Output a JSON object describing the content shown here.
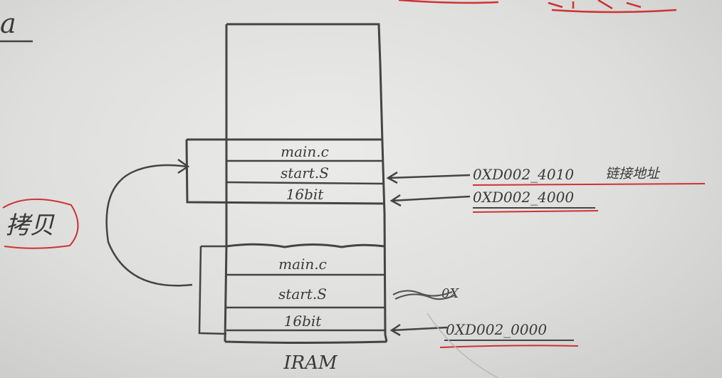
{
  "memory_block_label": "IRAM",
  "upper_copy": {
    "segments": [
      "main.c",
      "start.S",
      "16bit"
    ],
    "addresses": [
      "0XD002_4010",
      "0XD002_4000"
    ],
    "annotation": "链接地址"
  },
  "lower_original": {
    "segments": [
      "main.c",
      "start.S",
      "16bit"
    ],
    "addresses": [
      "0XD002_0000"
    ],
    "crossed_out": "0X"
  },
  "copy_label": "拷贝",
  "top_left_fragment": "a"
}
